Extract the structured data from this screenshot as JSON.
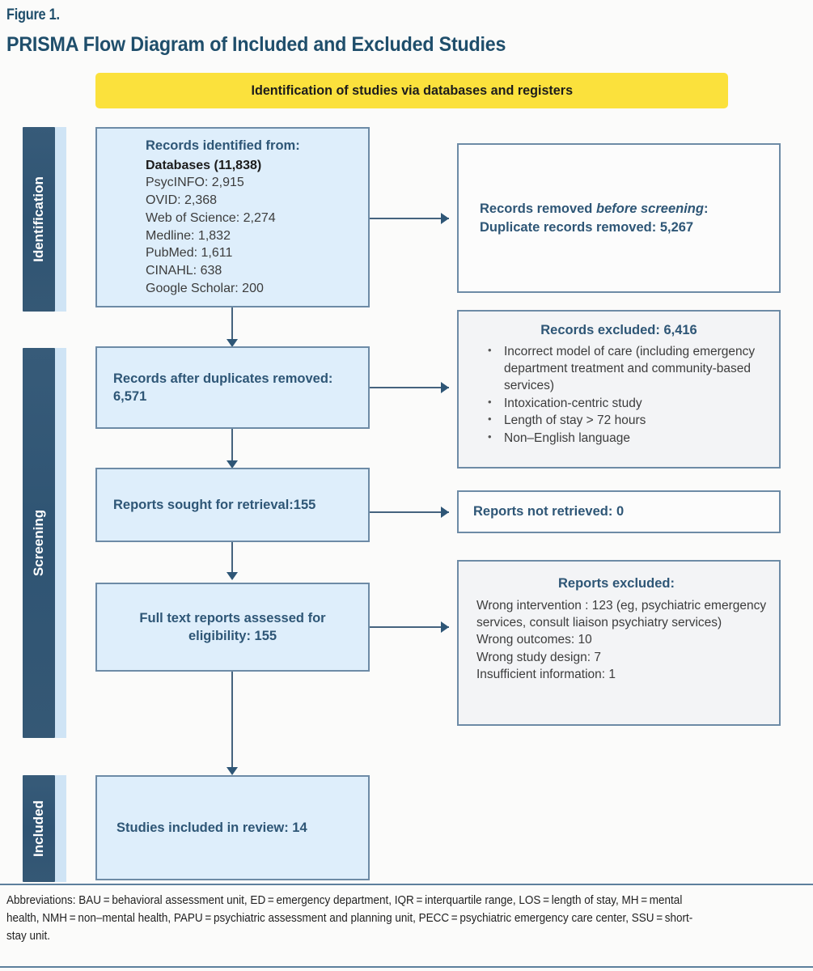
{
  "figure": {
    "label": "Figure 1.",
    "title": "PRISMA Flow Diagram of Included and Excluded Studies"
  },
  "banner": {
    "text": "Identification of studies via databases and registers",
    "color": "#fbe13c"
  },
  "stages": [
    {
      "id": "identification",
      "label": "Identification"
    },
    {
      "id": "screening",
      "label": "Screening"
    },
    {
      "id": "included",
      "label": "Included"
    }
  ],
  "colors": {
    "stage_bar": "#2f5473",
    "stage_accent": "#cfe4f5",
    "box_blue_fill": "#deeefb",
    "box_white_fill": "#fcfcfc",
    "box_grey_fill": "#f3f4f6",
    "box_border": "#6d8ba6",
    "heading_blue": "#1f4e6b",
    "text_blue": "#2e5676",
    "connector": "#45637e"
  },
  "boxes": {
    "records_identified": {
      "heading": "Records identified from:",
      "lines": [
        {
          "text": "Databases (11,838)",
          "bold": true
        },
        {
          "text": "PsycINFO: 2,915",
          "bold": false
        },
        {
          "text": "OVID: 2,368",
          "bold": false
        },
        {
          "text": "Web of Science: 2,274",
          "bold": false
        },
        {
          "text": "Medline: 1,832",
          "bold": false
        },
        {
          "text": "PubMed: 1,611",
          "bold": false
        },
        {
          "text": "CINAHL: 638",
          "bold": false
        },
        {
          "text": "Google Scholar: 200",
          "bold": false
        }
      ]
    },
    "records_removed": {
      "line1_pre": "Records removed ",
      "line1_italic": "before screening",
      "line1_post": ":",
      "line2": "Duplicate records removed: 5,267"
    },
    "records_after_duplicates": {
      "text": "Records after duplicates removed: 6,571"
    },
    "records_excluded": {
      "heading": "Records excluded: 6,416",
      "bullets": [
        "Incorrect model of care (including emergency department treatment and community-based services)",
        "Intoxication-centric study",
        "Length of stay > 72 hours",
        "Non–English language"
      ]
    },
    "reports_sought": {
      "text": "Reports sought for retrieval:155"
    },
    "reports_not_retrieved": {
      "text": "Reports not retrieved: 0"
    },
    "full_text_assessed": {
      "line1": "Full text reports assessed for",
      "line2": "eligibility: 155"
    },
    "reports_excluded": {
      "heading": "Reports excluded:",
      "lines": [
        "Wrong intervention : 123 (eg, psychiatric emergency services, consult liaison psychiatry services)",
        "Wrong outcomes: 10",
        "Wrong study design: 7",
        "Insufficient information: 1"
      ]
    },
    "studies_included": {
      "text": "Studies included in review: 14"
    }
  },
  "footer": {
    "text": "Abbreviations: BAU = behavioral assessment unit, ED = emergency department, IQR = interquartile range, LOS = length of stay, MH = mental health, NMH = non–mental health, PAPU = psychiatric assessment and planning unit, PECC = psychiatric emergency care center, SSU = short-stay unit."
  }
}
